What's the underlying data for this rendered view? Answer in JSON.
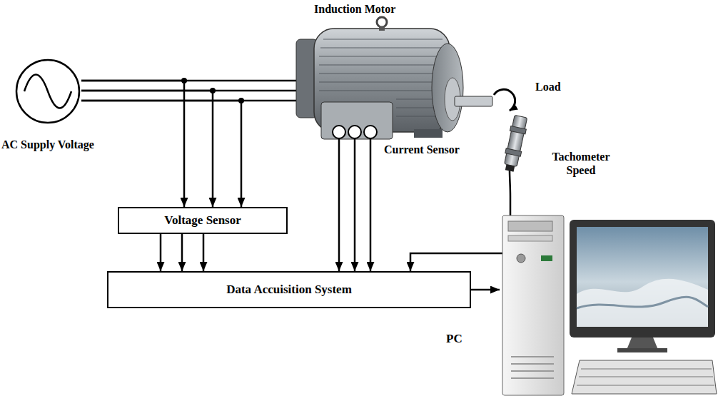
{
  "diagram": {
    "nodes": [
      {
        "text": [
          "Induction Motor"
        ]
      },
      {
        "text": [
          "AC Supply Voltage"
        ]
      },
      {
        "text": [
          "Current Sensor"
        ]
      },
      {
        "text": [
          "Tachometer Speed"
        ]
      },
      {
        "text": [
          "Voltage Sensor"
        ]
      },
      {
        "text": [
          "Data Accuisition System"
        ]
      },
      {
        "text": [
          "PC"
        ]
      }
    ],
    "edges": [
      {
        "from": 1,
        "to": 0,
        "arrow": "none"
      },
      {
        "from": 1,
        "to": 0,
        "arrow": "none"
      },
      {
        "from": 1,
        "to": 0,
        "arrow": "none"
      },
      {
        "from": 1,
        "to": 4,
        "arrow": "to"
      },
      {
        "from": 1,
        "to": 4,
        "arrow": "to"
      },
      {
        "from": 1,
        "to": 4,
        "arrow": "to"
      },
      {
        "from": 4,
        "to": 5,
        "arrow": "to"
      },
      {
        "from": 4,
        "to": 5,
        "arrow": "to"
      },
      {
        "from": 4,
        "to": 5,
        "arrow": "to"
      },
      {
        "from": 2,
        "to": 5,
        "arrow": "to"
      },
      {
        "from": 2,
        "to": 5,
        "arrow": "to"
      },
      {
        "from": 2,
        "to": 5,
        "arrow": "to"
      },
      {
        "from": 3,
        "to": 5,
        "arrow": "to"
      },
      {
        "from": 5,
        "to": 6,
        "arrow": "to"
      }
    ],
    "labels": [
      "Load"
    ]
  }
}
